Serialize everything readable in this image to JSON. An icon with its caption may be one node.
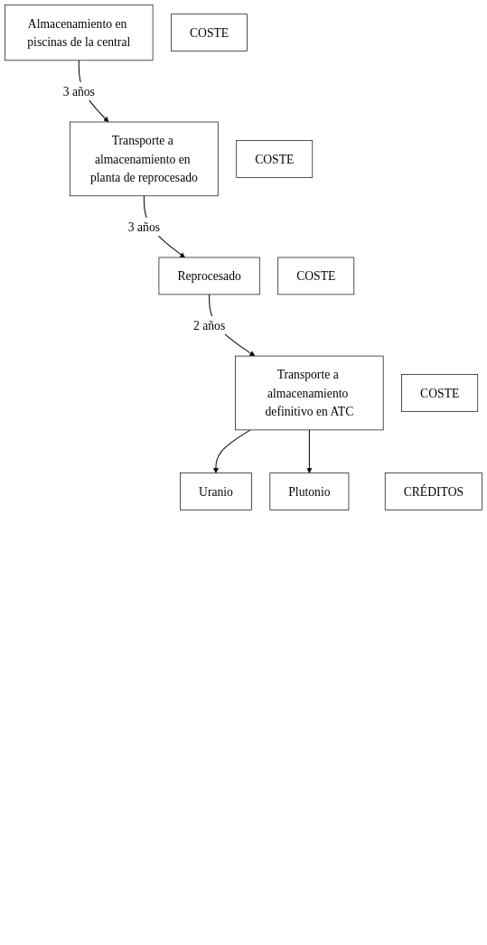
{
  "diagram": {
    "nodes": [
      {
        "text": [
          "Almacenamiento en piscinas de la central"
        ]
      },
      {
        "text": [
          "COSTE"
        ]
      },
      {
        "text": [
          "Transporte a almacenamiento en planta de reprocesado"
        ]
      },
      {
        "text": [
          "COSTE"
        ]
      },
      {
        "text": [
          "Reprocesado"
        ]
      },
      {
        "text": [
          "COSTE"
        ]
      },
      {
        "text": [
          "Transporte a almacenamiento definitivo en ATC"
        ]
      },
      {
        "text": [
          "COSTE"
        ]
      },
      {
        "text": [
          "Uranio"
        ]
      },
      {
        "text": [
          "CRÉDITOS"
        ]
      },
      {
        "text": [
          "Plutonio"
        ]
      }
    ],
    "edges": [
      {
        "from": 0,
        "to": 2,
        "arrow": "to",
        "label": "3 años"
      },
      {
        "from": 2,
        "to": 4,
        "arrow": "to",
        "label": "3 años"
      },
      {
        "from": 4,
        "to": 6,
        "arrow": "to",
        "label": "2 años"
      },
      {
        "from": 6,
        "to": 8,
        "arrow": "to"
      },
      {
        "from": 6,
        "to": 10,
        "arrow": "to"
      }
    ]
  }
}
